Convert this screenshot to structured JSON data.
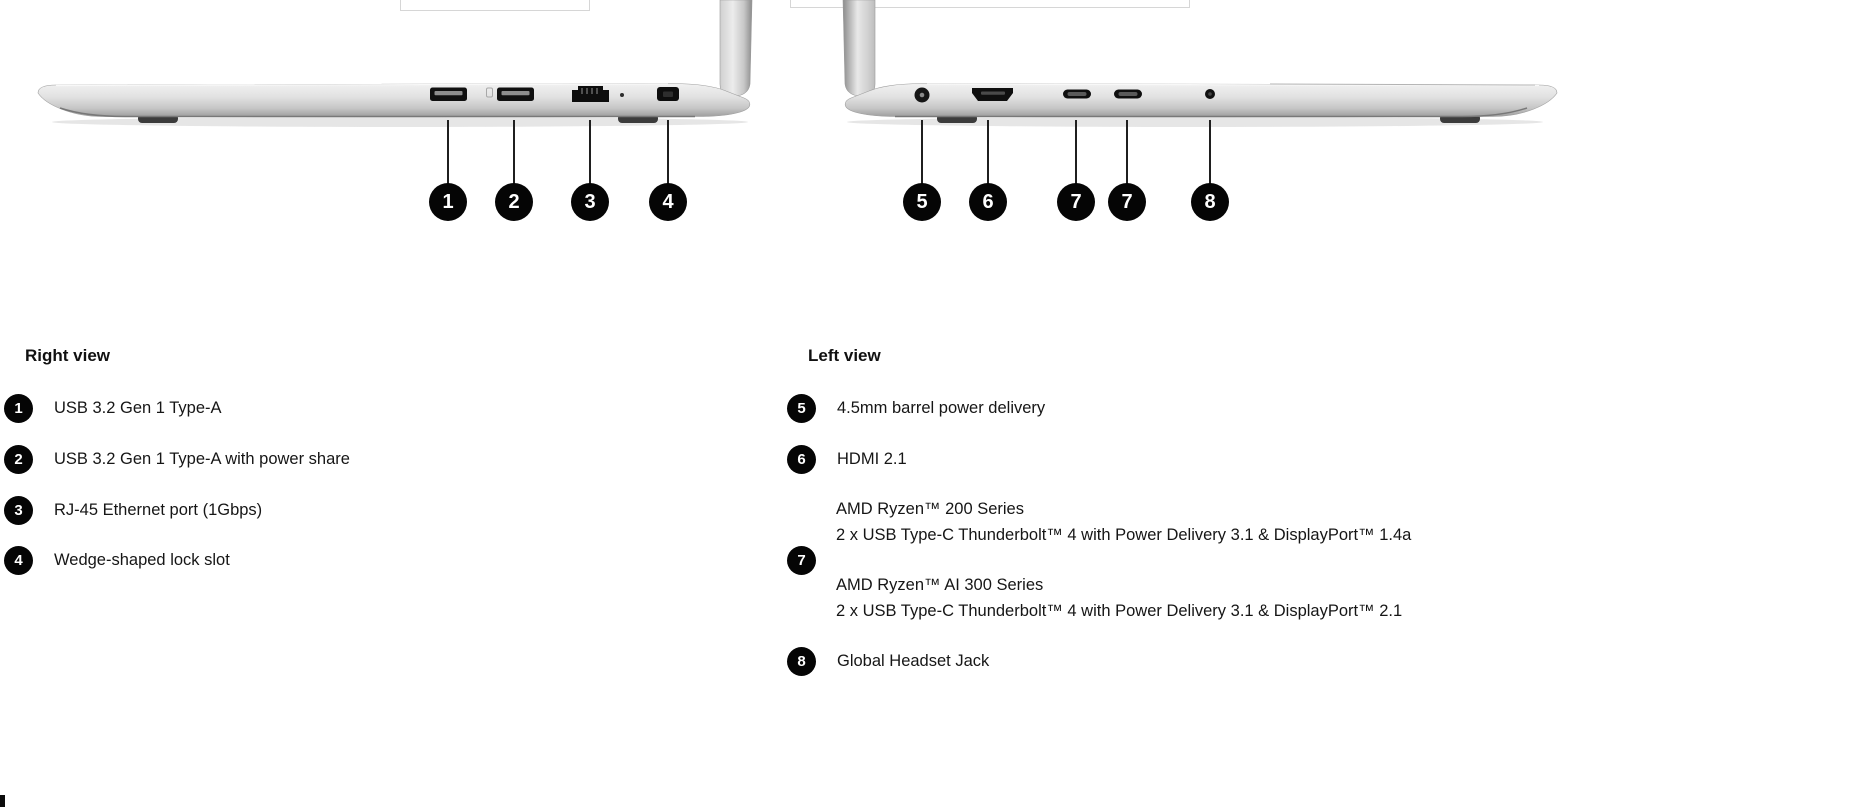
{
  "right_view": {
    "heading": "Right view",
    "callouts": [
      "1",
      "2",
      "3",
      "4"
    ],
    "ports_depicted": [
      "usb-a-port",
      "usb-a-powershare-port",
      "rj45-ethernet-port",
      "wedge-lock-slot"
    ],
    "items": [
      {
        "num": "1",
        "label": "USB 3.2 Gen 1 Type-A"
      },
      {
        "num": "2",
        "label": "USB 3.2 Gen 1 Type-A with power share"
      },
      {
        "num": "3",
        "label": "RJ-45 Ethernet port (1Gbps)"
      },
      {
        "num": "4",
        "label": "Wedge-shaped lock slot"
      }
    ]
  },
  "left_view": {
    "heading": "Left view",
    "callouts": [
      "5",
      "6",
      "7",
      "7",
      "8"
    ],
    "ports_depicted": [
      "barrel-power-jack",
      "hdmi-port",
      "usb-c-port",
      "usb-c-port",
      "headset-jack"
    ],
    "items": [
      {
        "num": "5",
        "label": "4.5mm barrel power delivery"
      },
      {
        "num": "6",
        "label": "HDMI 2.1"
      },
      {
        "num": "7",
        "lines": [
          "AMD Ryzen™ 200 Series",
          "2 x USB Type-C Thunderbolt™ 4 with Power Delivery 3.1 & DisplayPort™ 1.4a",
          "AMD Ryzen™ AI 300 Series",
          "2 x USB Type-C Thunderbolt™ 4 with Power Delivery 3.1 & DisplayPort™ 2.1"
        ]
      },
      {
        "num": "8",
        "label": "Global Headset Jack"
      }
    ]
  }
}
